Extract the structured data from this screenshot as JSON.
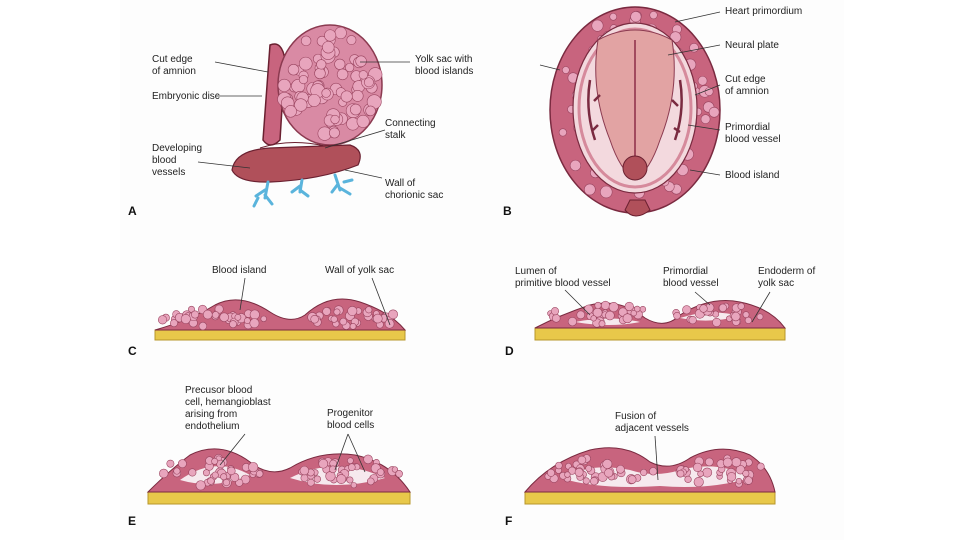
{
  "figure": {
    "panels": {
      "a": "A",
      "b": "B",
      "c": "C",
      "d": "D",
      "e": "E",
      "f": "F"
    },
    "labels": {
      "a_cut_edge_amnion": "Cut edge\nof amnion",
      "a_embryonic_disc": "Embryonic disc",
      "a_developing_vessels": "Developing\nblood\nvessels",
      "a_yolk_sac_islands": "Yolk sac with\nblood islands",
      "a_connecting_stalk": "Connecting\nstalk",
      "a_wall_chorionic_sac": "Wall of\nchorionic sac",
      "b_heart_primordium": "Heart primordium",
      "b_neural_plate": "Neural plate",
      "b_cut_edge_amnion": "Cut edge\nof amnion",
      "b_primordial_vessel": "Primordial\nblood vessel",
      "b_blood_island": "Blood island",
      "c_blood_island": "Blood island",
      "c_wall_yolk_sac": "Wall of yolk sac",
      "d_lumen": "Lumen of\nprimitive blood vessel",
      "d_primordial_vessel": "Primordial\nblood vessel",
      "d_endoderm": "Endoderm of\nyolk sac",
      "e_precursor": "Precusor blood\ncell, hemangioblast\narising from\nendothelium",
      "e_progenitor": "Progenitor\nblood cells",
      "f_fusion": "Fusion of\nadjacent vessels"
    },
    "colors": {
      "tissue": "#c8647e",
      "cell": "#e8a5bd",
      "endoderm": "#e8c84a",
      "vessel": "#5ab4dc",
      "stalk": "#b0505a"
    }
  }
}
